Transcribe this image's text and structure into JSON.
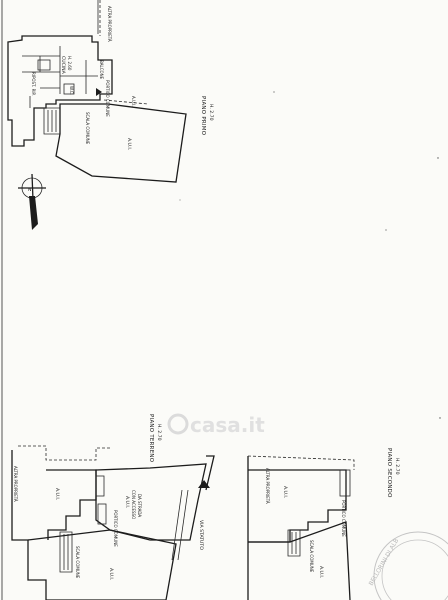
{
  "floor_primo": {
    "title": "PIANO PRIMO",
    "height": "H. 2.70",
    "labels": {
      "altra_proprieta": "ALTRA PROPRIETÀ",
      "cucina": "CUCINA",
      "cucina_h": "H. 2.60",
      "balcone": "BALCONE",
      "portico": "PORTICO COMUNE",
      "ripostiglio": "RIPOST. RIP.",
      "wc": "W.C.",
      "scala": "SCALA COMUNE",
      "aui": "A.U.I.",
      "aui_side": "A.U.I."
    }
  },
  "floor_terreno": {
    "title": "PIANO TERRENO",
    "height": "H. 2.70",
    "labels": {
      "altra_proprieta": "ALTRA PROPRIETÀ",
      "aui_top": "A.U.I.",
      "portico": "PORTICO COMUNE",
      "aui_center": "A.U.I.",
      "center_note_1": "CON ACCESSO",
      "center_note_2": "DA STRADA",
      "scala": "SCALA COMUNE",
      "aui_bottom": "A.U.I.",
      "street": "VIA STATUTO"
    }
  },
  "floor_secondo": {
    "title": "PIANO SECONDO",
    "height": "H. 2.70",
    "labels": {
      "altra_proprieta": "ALTRA PROPRIETÀ",
      "aui_top": "A.U.I.",
      "portico": "PORTICO COMUNE",
      "scala": "SCALA COMUNE",
      "aui_bottom": "A.U.I."
    }
  },
  "compass": {
    "letter": "N"
  },
  "watermark": "casa.it",
  "stamp": "BELLORINI DI ALB"
}
